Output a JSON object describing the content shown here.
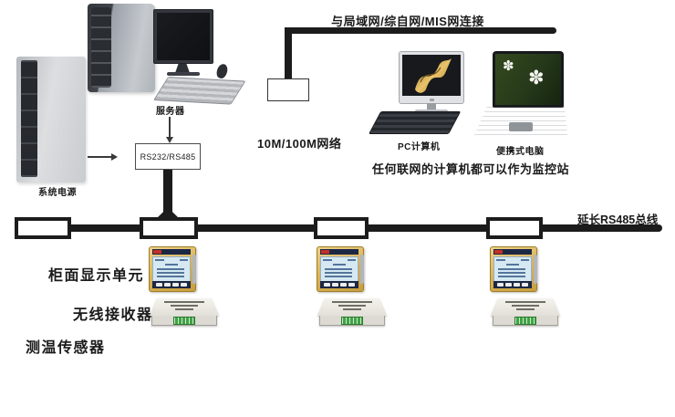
{
  "labels": {
    "system_power": "系统电源",
    "server": "服务器",
    "converter": "RS232/RS485",
    "lan_link": "与局域网/综自网/MIS网连接",
    "network_speed": "10M/100M网络",
    "pc": "PC计算机",
    "laptop": "便携式电脑",
    "note": "任何联网的计算机都可以作为监控站",
    "bus_extend": "延长RS485总线",
    "display_unit_row": "柜面显示单元",
    "receiver_row": "无线接收器",
    "sensor_row": "测温传感器"
  },
  "icons": {
    "pc_screen_logo": "gold-windows-flag",
    "laptop_screen_art": "white-flowers",
    "flower_glyph": "✽"
  },
  "colors": {
    "line_black": "#1c1c1c",
    "display_frame_gold": "#d9b157",
    "display_screen_blue": "#d6e9f3",
    "display_strip_navy": "#1c2844",
    "sensor_yellow": "#f3d06a",
    "sensor_pink": "#ec5d95",
    "sensor_cyan": "#3fb9e5",
    "receiver_body": "#efeee9",
    "terminal_green": "#3fa344"
  },
  "structure": {
    "bus_node_boxes": 4,
    "device_columns": 3,
    "sensors_per_column": 3
  }
}
